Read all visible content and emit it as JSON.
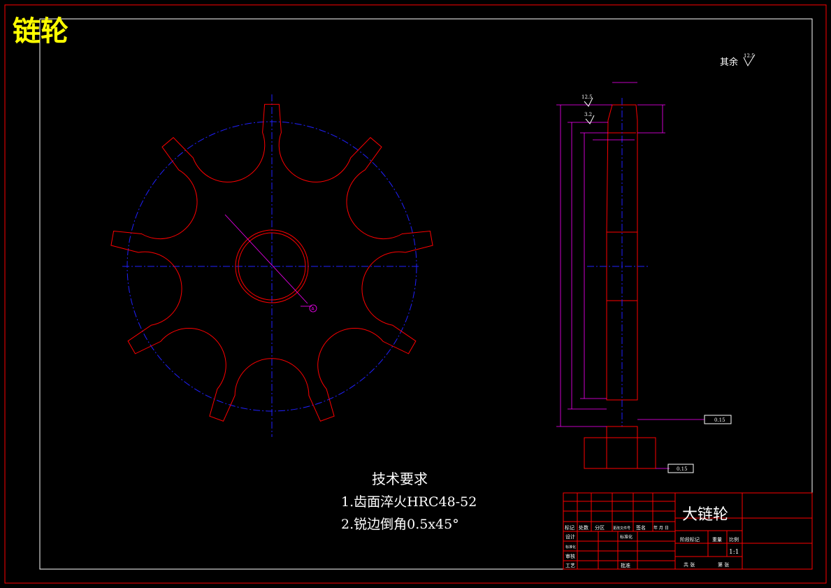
{
  "drawing_title": "链轮",
  "surface_note": {
    "label": "其余",
    "roughness": "12.5"
  },
  "tech_requirements": {
    "heading": "技术要求",
    "items": [
      "1.齿面淬火HRC48-52",
      "2.锐边倒角0.5x45°"
    ]
  },
  "title_block": {
    "part_name": "大链轮",
    "header_cells": [
      "标记",
      "处数",
      "分区",
      "更改文件号",
      "签名",
      "年 月 日"
    ],
    "rows": [
      "设计",
      "标准化",
      "审核",
      "工艺"
    ],
    "standardize_label": "标准化",
    "approve_label": "批准",
    "stage_label": "阶段标记",
    "weight_label": "重量",
    "scale_label": "比例",
    "scale_value": "1:1",
    "total_sheets": "共 张",
    "sheet_no": "第 张"
  },
  "annotations": {
    "roughness_a": "12.5",
    "roughness_b": "3.2",
    "datum_label": "A",
    "tol_1": "0.15",
    "tol_2": "0.15"
  },
  "colors": {
    "outline": "#ff0000",
    "centerline": "#2020ff",
    "dimension": "#ff00ff",
    "title": "#ffff00",
    "frame": "#ffffff"
  }
}
